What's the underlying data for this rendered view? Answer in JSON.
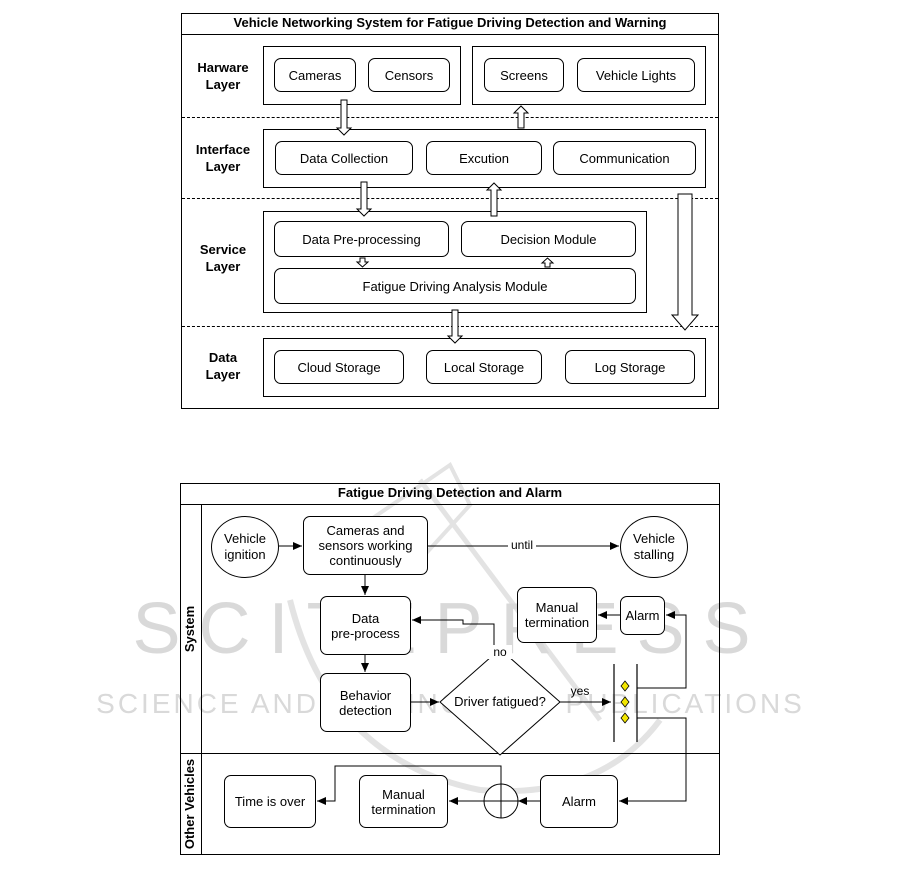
{
  "architecture": {
    "title": "Vehicle Networking System for Fatigue Driving Detection and Warning",
    "layers": {
      "hardware": {
        "label": "Harware\nLayer",
        "left_items": [
          "Cameras",
          "Censors"
        ],
        "right_items": [
          "Screens",
          "Vehicle Lights"
        ]
      },
      "interface": {
        "label": "Interface\nLayer",
        "items": [
          "Data Collection",
          "Excution",
          "Communication"
        ]
      },
      "service": {
        "label": "Service\nLayer",
        "items": [
          "Data Pre-processing",
          "Decision Module",
          "Fatigue Driving Analysis Module"
        ]
      },
      "data": {
        "label": "Data\nLayer",
        "items": [
          "Cloud Storage",
          "Local Storage",
          "Log Storage"
        ]
      }
    }
  },
  "flowchart": {
    "title": "Fatigue Driving Detection and Alarm",
    "lanes": {
      "system": "System",
      "other": "Other Vehicles"
    },
    "nodes": {
      "vehicle_ignition": "Vehicle\nignition",
      "cameras_sensors": "Cameras and\nsensors working\ncontinuously",
      "vehicle_stalling": "Vehicle\nstalling",
      "data_preprocess": "Data\npre-process",
      "manual_termination_sys": "Manual\ntermination",
      "alarm_sys": "Alarm",
      "behavior_detection": "Behavior\ndetection",
      "driver_fatigued": "Driver fatigued?",
      "time_is_over": "Time is over",
      "manual_termination_other": "Manual\ntermination",
      "alarm_other": "Alarm"
    },
    "edge_labels": {
      "until": "until",
      "no": "no",
      "yes": "yes"
    }
  },
  "watermark": {
    "big": "SCITEPRESS",
    "small": "SCIENCE AND TECHNOLOGY PUBLICATIONS"
  },
  "colors": {
    "diamond_marker": "#f2e600",
    "watermark": "#d9d9d9"
  }
}
